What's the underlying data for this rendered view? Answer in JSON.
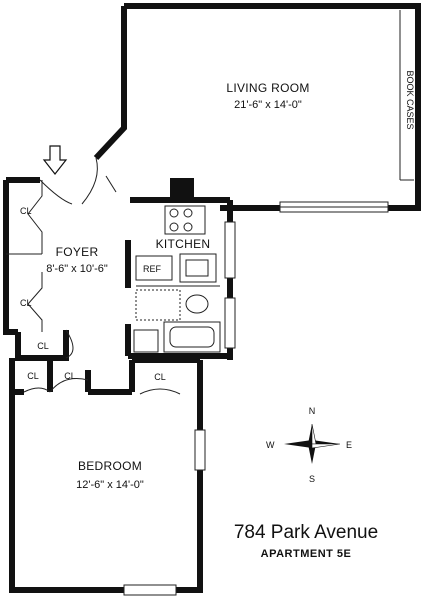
{
  "rooms": {
    "living": {
      "name": "LIVING ROOM",
      "dims": "21'-6\" x 14'-0\""
    },
    "bookcases": "BOOK CASES",
    "foyer": {
      "name": "FOYER",
      "dims": "8'-6\" x 10'-6\""
    },
    "kitchen": "KITCHEN",
    "ref": "REF",
    "bedroom": {
      "name": "BEDROOM",
      "dims": "12'-6\" x 14'-0\""
    },
    "closet": "CL"
  },
  "compass": {
    "n": "N",
    "s": "S",
    "e": "E",
    "w": "W"
  },
  "address": {
    "street": "784 Park Avenue",
    "apartment": "APARTMENT 5E"
  }
}
